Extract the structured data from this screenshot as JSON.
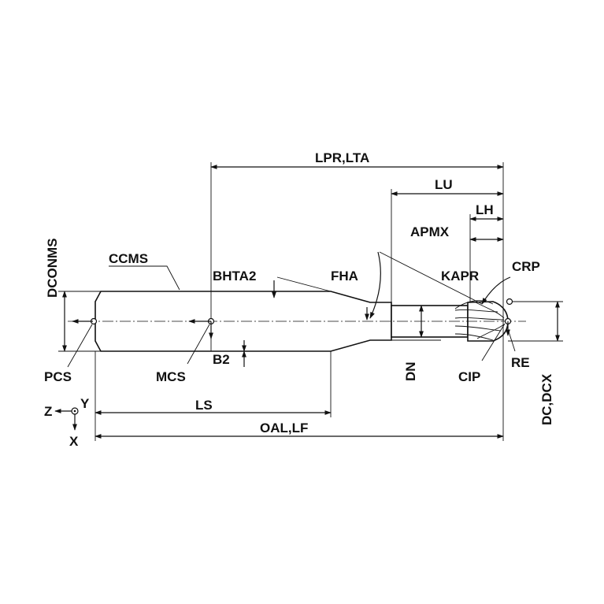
{
  "labels": {
    "lpr_lta": "LPR,LTA",
    "lu": "LU",
    "lh": "LH",
    "apmx": "APMX",
    "dconms": "DCONMS",
    "ccms": "CCMS",
    "bhta2": "BHTA2",
    "fha": "FHA",
    "kapr": "KAPR",
    "crp": "CRP",
    "pcs": "PCS",
    "mcs": "MCS",
    "b2": "B2",
    "dn": "DN",
    "cip": "CIP",
    "re": "RE",
    "dc_dcx": "DC,DCX",
    "ls": "LS",
    "oal_lf": "OAL,LF",
    "axis_z": "Z",
    "axis_y": "Y",
    "axis_x": "X"
  }
}
